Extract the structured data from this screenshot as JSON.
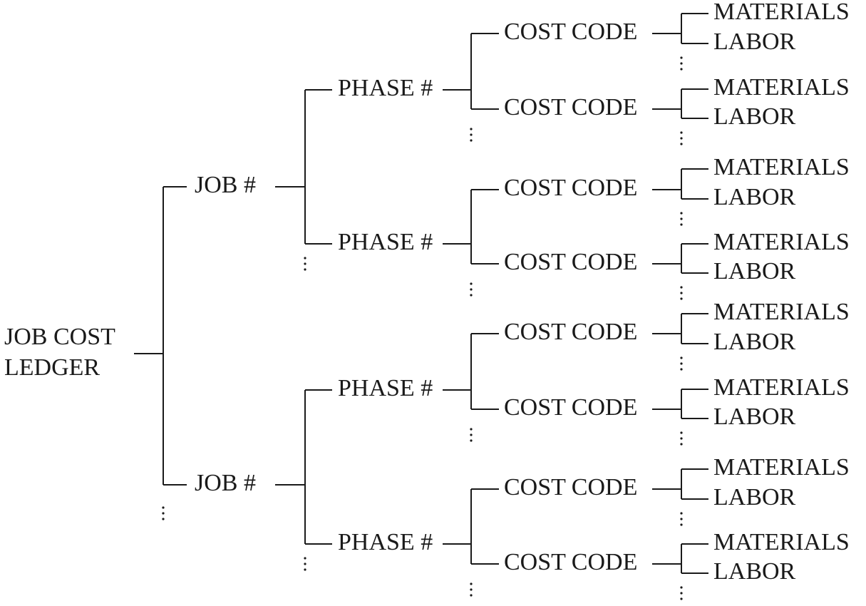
{
  "diagram": {
    "root": {
      "line1": "JOB COST",
      "line2": "LEDGER"
    },
    "labels": {
      "job": "JOB #",
      "phase": "PHASE #",
      "cost_code": "COST CODE",
      "materials": "MATERIALS",
      "labor": "LABOR"
    },
    "structure": {
      "jobs_shown": 2,
      "phases_per_job": 2,
      "cost_codes_per_phase": 2,
      "items_per_cost_code": [
        "MATERIALS",
        "LABOR"
      ],
      "continuation_mark": "vertical ellipsis (more items)"
    }
  }
}
